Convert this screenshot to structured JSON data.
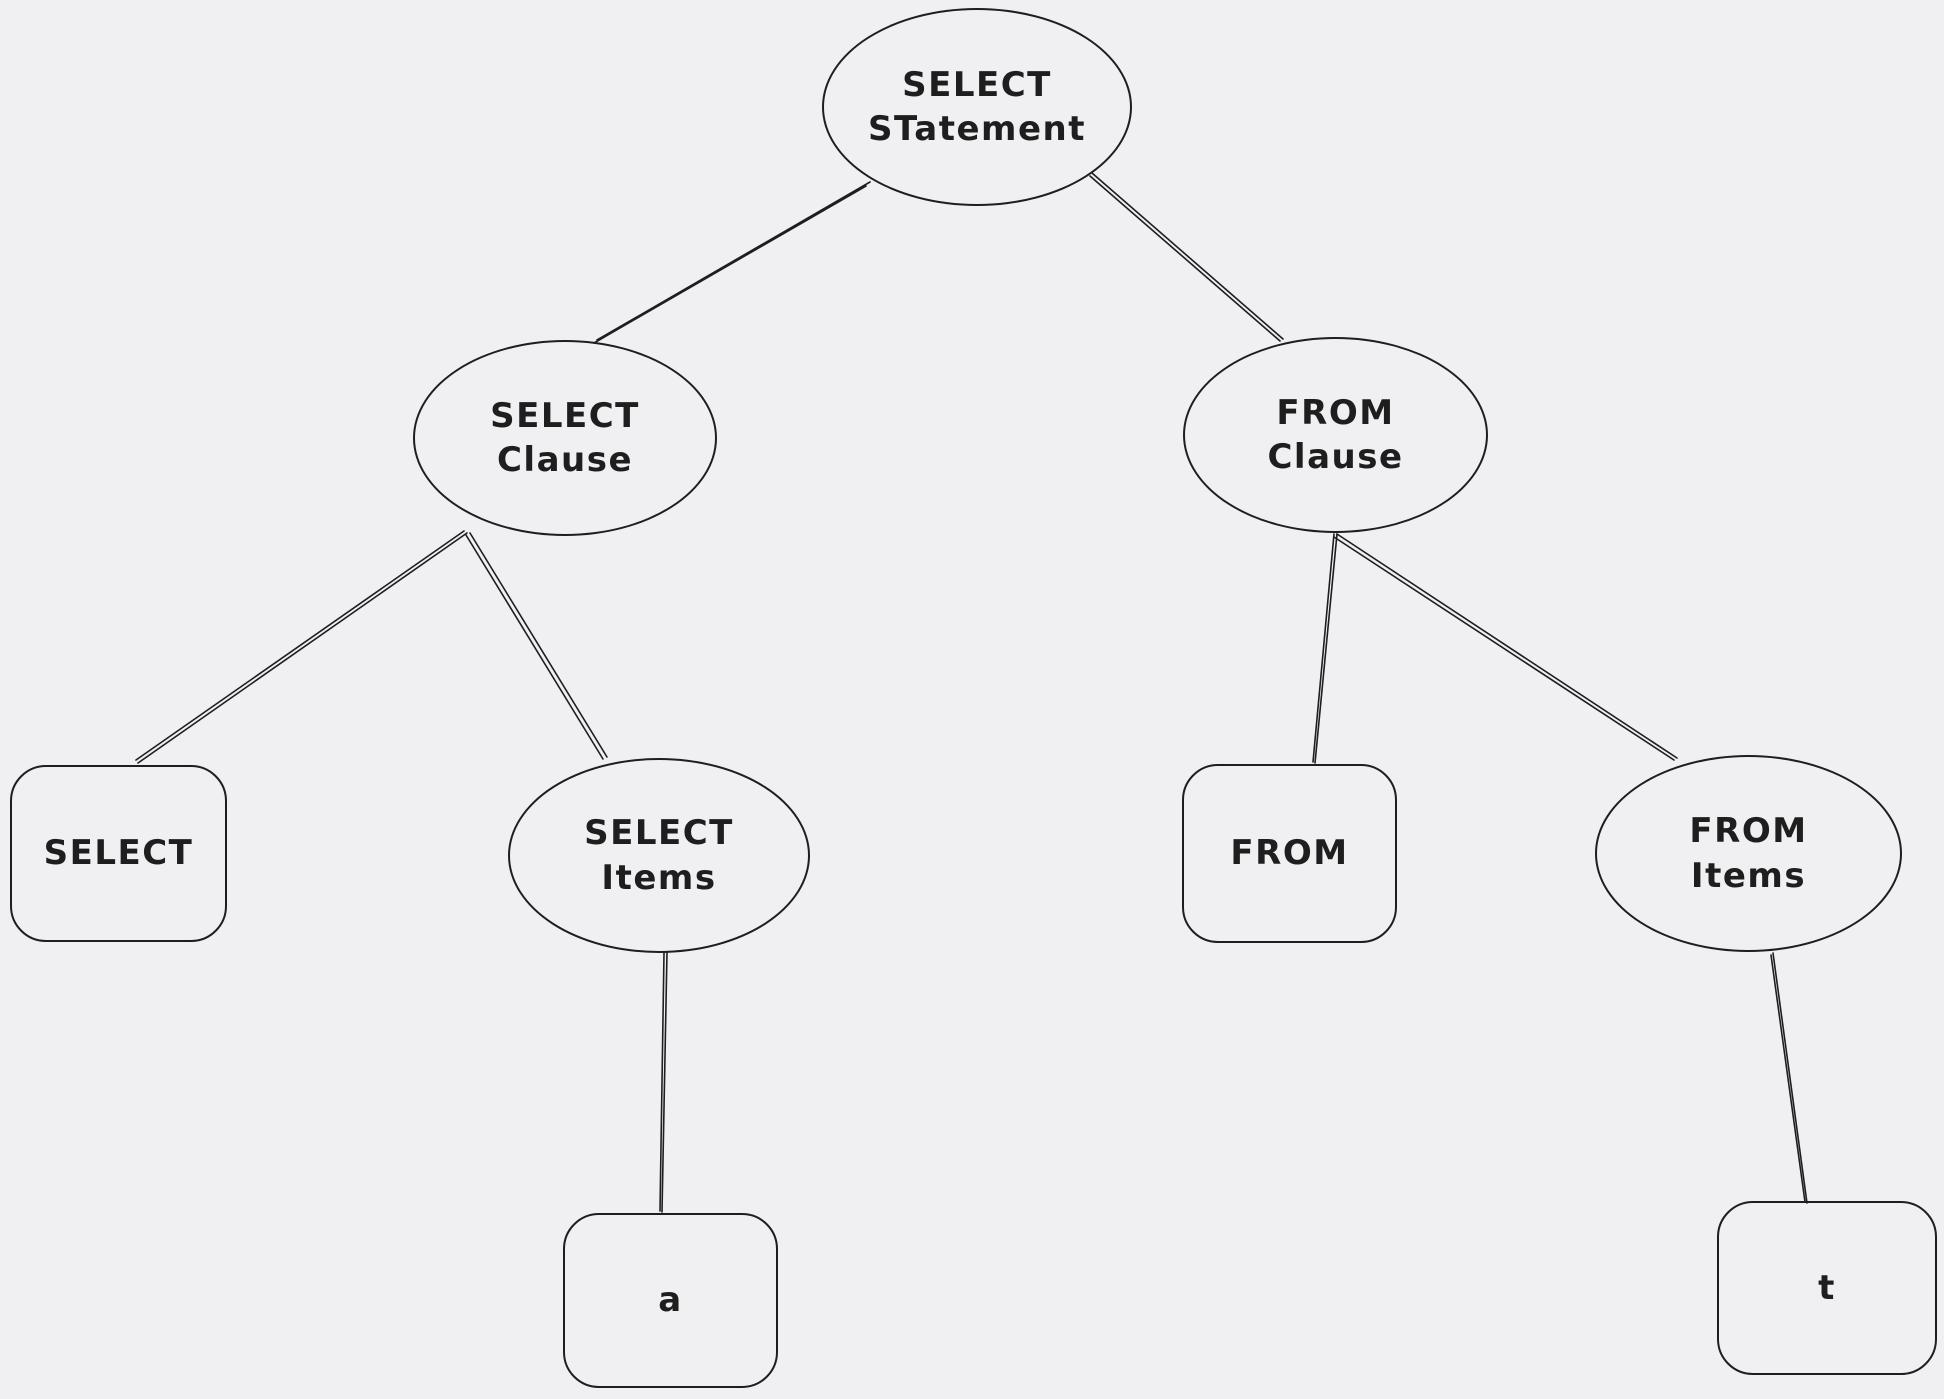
{
  "diagram": {
    "type": "tree",
    "colors": {
      "background": "#f0f0f3",
      "stroke": "#1e1e1e"
    },
    "nodes": [
      {
        "id": "select-statement",
        "shape": "ellipse",
        "lines": [
          "SELECT",
          "STatement"
        ]
      },
      {
        "id": "select-clause",
        "shape": "ellipse",
        "lines": [
          "SELECT",
          "Clause"
        ]
      },
      {
        "id": "from-clause",
        "shape": "ellipse",
        "lines": [
          "FROM",
          "Clause"
        ]
      },
      {
        "id": "select-keyword",
        "shape": "rectangle",
        "lines": [
          "SELECT"
        ]
      },
      {
        "id": "select-items",
        "shape": "ellipse",
        "lines": [
          "SELECT",
          "Items"
        ]
      },
      {
        "id": "from-keyword",
        "shape": "rectangle",
        "lines": [
          "FROM"
        ]
      },
      {
        "id": "from-items",
        "shape": "ellipse",
        "lines": [
          "FROM",
          "Items"
        ]
      },
      {
        "id": "column-a",
        "shape": "rectangle",
        "lines": [
          "a"
        ]
      },
      {
        "id": "table-t",
        "shape": "rectangle",
        "lines": [
          "t"
        ]
      }
    ],
    "edges": [
      {
        "from": "select-statement",
        "to": "select-clause"
      },
      {
        "from": "select-statement",
        "to": "from-clause"
      },
      {
        "from": "select-clause",
        "to": "select-keyword"
      },
      {
        "from": "select-clause",
        "to": "select-items"
      },
      {
        "from": "from-clause",
        "to": "from-keyword"
      },
      {
        "from": "from-clause",
        "to": "from-items"
      },
      {
        "from": "select-items",
        "to": "column-a"
      },
      {
        "from": "from-items",
        "to": "table-t"
      }
    ]
  }
}
